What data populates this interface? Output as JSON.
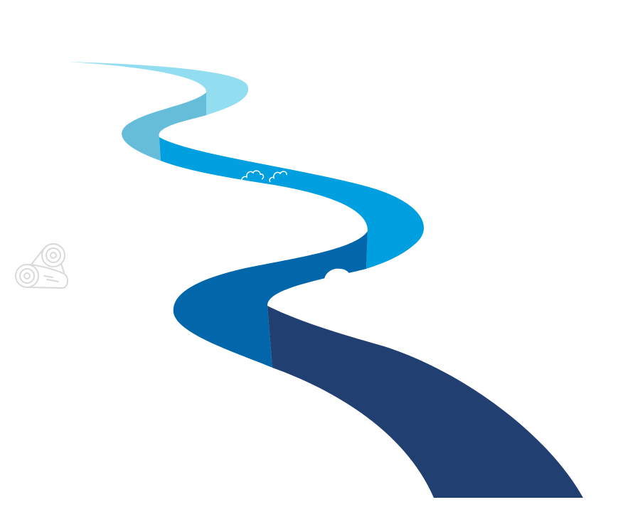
{
  "illustration": {
    "subject": "winding-road",
    "segments": [
      {
        "name": "segment-1",
        "color": "#93DDF0"
      },
      {
        "name": "segment-2",
        "color": "#66BDD9"
      },
      {
        "name": "segment-3",
        "color": "#009FDF"
      },
      {
        "name": "segment-4",
        "color": "#0266AB"
      },
      {
        "name": "segment-5",
        "color": "#223F72"
      }
    ],
    "icons": [
      "logs-icon",
      "cloud-outline-icon",
      "cloud-icon"
    ],
    "icon_color": "#D9D9D9",
    "background": "#FFFFFF"
  }
}
